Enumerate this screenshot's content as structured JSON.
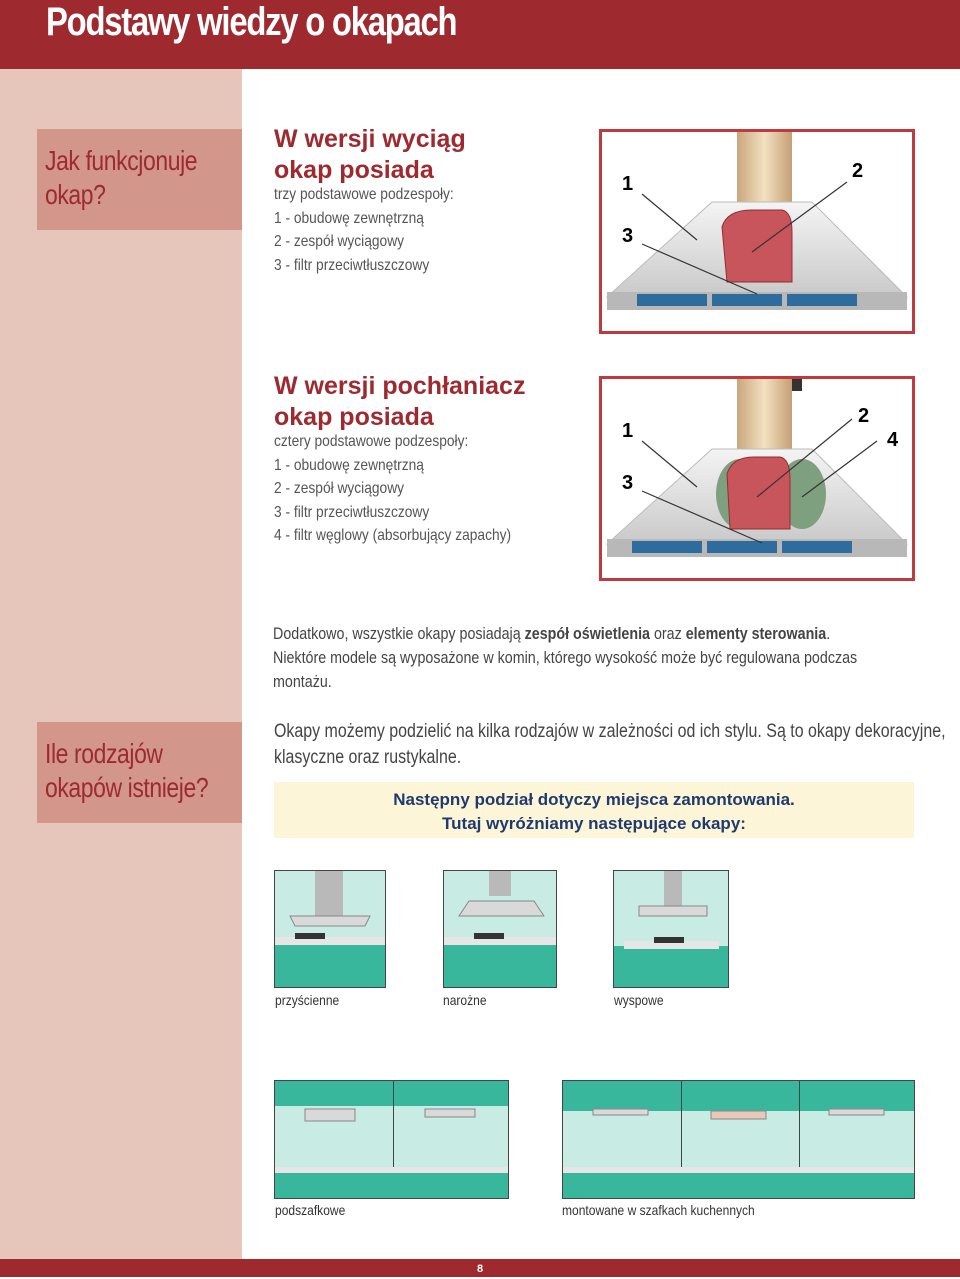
{
  "header": {
    "title": "Podstawy wiedzy o okapach"
  },
  "sidebar": {
    "box1": [
      "Jak funkcjonuje",
      "okap?"
    ],
    "box2": [
      "Ile rodzajów",
      "okapów istnieje?"
    ]
  },
  "section1": {
    "heading": [
      "W wersji wyciąg",
      "okap posiada"
    ],
    "lines": [
      "trzy podstawowe podzespoły:",
      "1 - obudowę zewnętrzną",
      "2 - zespół wyciągowy",
      "3 - filtr przeciwtłuszczowy"
    ],
    "labels": [
      "1",
      "2",
      "3"
    ]
  },
  "section2": {
    "heading": [
      "W wersji pochłaniacz",
      "okap posiada"
    ],
    "lines": [
      "cztery podstawowe podzespoły:",
      "1 - obudowę zewnętrzną",
      "2 - zespół wyciągowy",
      "3 - filtr przeciwtłuszczowy",
      "4 - filtr węglowy (absorbujący zapachy)"
    ],
    "labels": [
      "1",
      "2",
      "3",
      "4"
    ]
  },
  "additional": {
    "line1_pre": "Dodatkowo, wszystkie okapy posiadają ",
    "line1_b1": "zespół oświetlenia",
    "line1_mid": " oraz ",
    "line1_b2": "elementy sterowania",
    "line1_post": ".",
    "line2": "Niektóre modele są wyposażone w komin, którego wysokość może być regulowana podczas",
    "line3": "montażu."
  },
  "types": {
    "line1": "Okapy możemy podzielić na kilka rodzajów w zależności od ich stylu. Są to okapy dekoracyjne,",
    "line2": "klasyczne oraz rustykalne."
  },
  "highlight": {
    "line1": "Następny podział dotyczy miejsca zamontowania.",
    "line2": "Tutaj wyróżniamy następujące okapy:"
  },
  "captions": {
    "row1": [
      "przyścienne",
      "narożne",
      "wyspowe"
    ],
    "row2": [
      "podszafkowe",
      "montowane w szafkach kuchennych"
    ]
  },
  "footer": {
    "page": "8"
  },
  "colors": {
    "brand": "#9e2a2f",
    "sidebar": "#e6c6bb",
    "sidebar_box": "#d2968a",
    "highlight_bg": "#fdf5d8",
    "highlight_text": "#1e3a6e"
  }
}
